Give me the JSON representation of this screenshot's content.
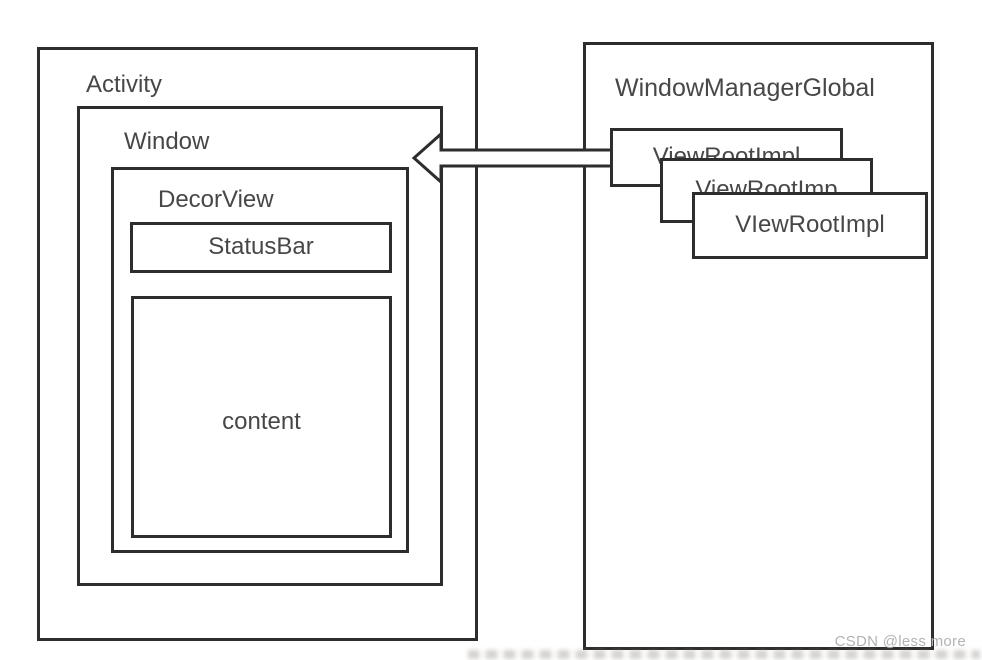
{
  "diagram": {
    "activity": {
      "label": "Activity"
    },
    "window": {
      "label": "Window"
    },
    "decorview": {
      "label": "DecorView"
    },
    "statusbar": {
      "label": "StatusBar"
    },
    "content": {
      "label": "content"
    },
    "window_manager_global": {
      "label": "WindowManagerGlobal"
    },
    "view_roots": [
      {
        "label": "ViewRootImpl"
      },
      {
        "label": "ViewRootImp"
      },
      {
        "label": "VIewRootImpl"
      }
    ],
    "arrow": {
      "description": "hollow arrow from ViewRootImpl stack pointing left into Window",
      "direction": "left"
    }
  },
  "watermark": {
    "text": "CSDN @less more"
  },
  "colors": {
    "border": "#2d2d2d",
    "label_text": "#474747",
    "watermark_text": "#b3b3b3",
    "background": "#ffffff"
  }
}
